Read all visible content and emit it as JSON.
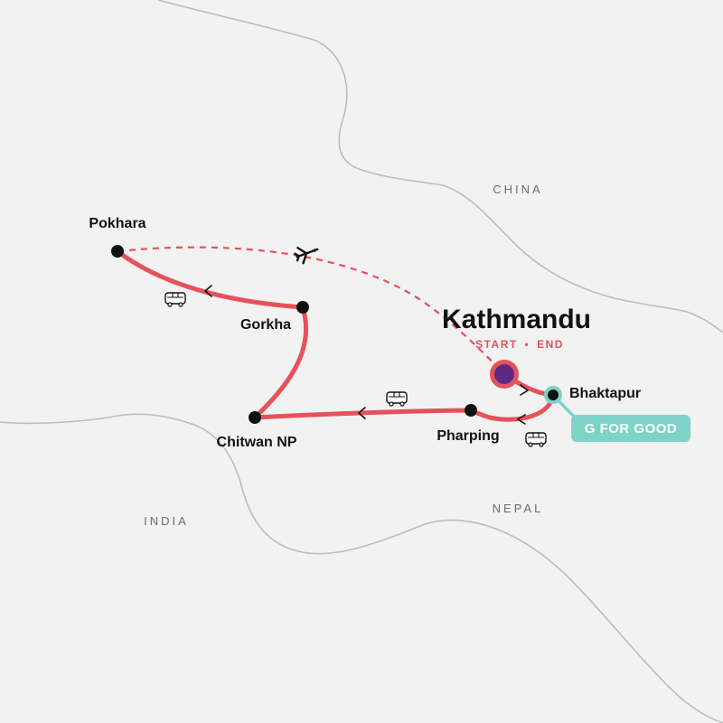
{
  "map": {
    "countries": {
      "china": "CHINA",
      "india": "INDIA",
      "nepal": "NEPAL"
    },
    "cities": {
      "kathmandu": "Kathmandu",
      "pokhara": "Pokhara",
      "gorkha": "Gorkha",
      "chitwan": "Chitwan NP",
      "pharping": "Pharping",
      "bhaktapur": "Bhaktapur"
    },
    "start_end": {
      "start": "START",
      "sep": "•",
      "end": "END"
    },
    "badge": "G FOR GOOD",
    "icons": {
      "flight": "airplane-icon",
      "transport": "bus-icon",
      "direction": "chevron-arrow-icon"
    },
    "colors": {
      "route": "#e5525a",
      "badge": "#7dd3c8",
      "start_marker": "#5b2a86",
      "background": "#f2f2f2",
      "border": "#bdbdbd"
    }
  }
}
